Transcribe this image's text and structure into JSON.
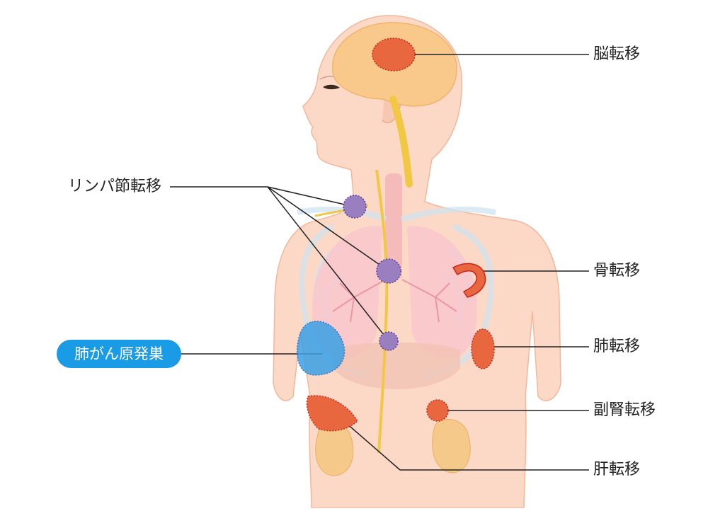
{
  "labels": {
    "brain": "脳転移",
    "lymph": "リンパ節転移",
    "bone": "骨転移",
    "lung": "肺転移",
    "primary": "肺がん原発巣",
    "adrenal": "副腎転移",
    "liver": "肝転移"
  },
  "colors": {
    "skin": "#fbd9c6",
    "skin_outline": "#f3b79a",
    "brain": "#f8c98a",
    "metastasis": "#e8673e",
    "metastasis_border": "#c8261e",
    "lymph_node": "#9a7fc0",
    "lymph_border": "#5a3a9a",
    "primary_tumor": "#3aa0e6",
    "primary_border": "#1a66c8",
    "badge": "#1a9be6",
    "nerve": "#f2c744",
    "kidney": "#f5c98a"
  }
}
